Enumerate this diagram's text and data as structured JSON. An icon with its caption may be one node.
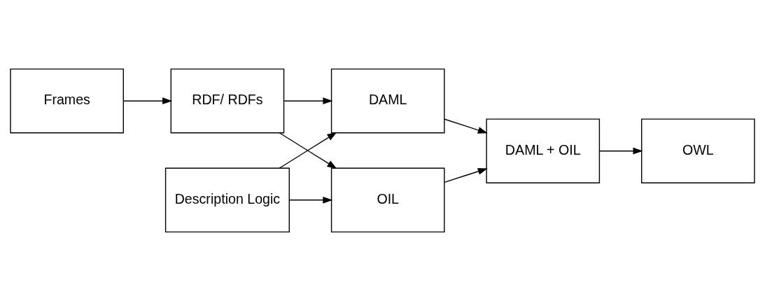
{
  "diagram": {
    "nodes": [
      {
        "text": [
          "Frames"
        ]
      },
      {
        "text": [
          "RDF/ RDFs"
        ]
      },
      {
        "text": [
          "DAML"
        ]
      },
      {
        "text": [
          "OIL"
        ]
      },
      {
        "text": [
          "Description Logic"
        ]
      },
      {
        "text": [
          "DAML + OIL"
        ]
      },
      {
        "text": [
          "OWL"
        ]
      }
    ],
    "edges": [
      {
        "from": 0,
        "to": 1,
        "arrow": "to"
      },
      {
        "from": 1,
        "to": 2,
        "arrow": "to"
      },
      {
        "from": 1,
        "to": 3,
        "arrow": "to"
      },
      {
        "from": 4,
        "to": 2,
        "arrow": "to"
      },
      {
        "from": 4,
        "to": 3,
        "arrow": "to"
      },
      {
        "from": 2,
        "to": 5,
        "arrow": "to"
      },
      {
        "from": 3,
        "to": 5,
        "arrow": "to"
      },
      {
        "from": 5,
        "to": 6,
        "arrow": "to"
      }
    ]
  }
}
